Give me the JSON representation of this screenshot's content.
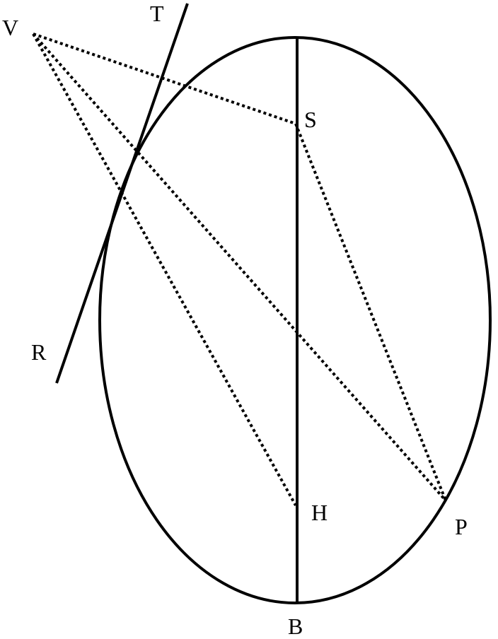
{
  "labels": {
    "V": "V",
    "T": "T",
    "S": "S",
    "R": "R",
    "H": "H",
    "P": "P",
    "B": "B"
  },
  "colors": {
    "stroke": "#000000",
    "background": "#ffffff"
  }
}
